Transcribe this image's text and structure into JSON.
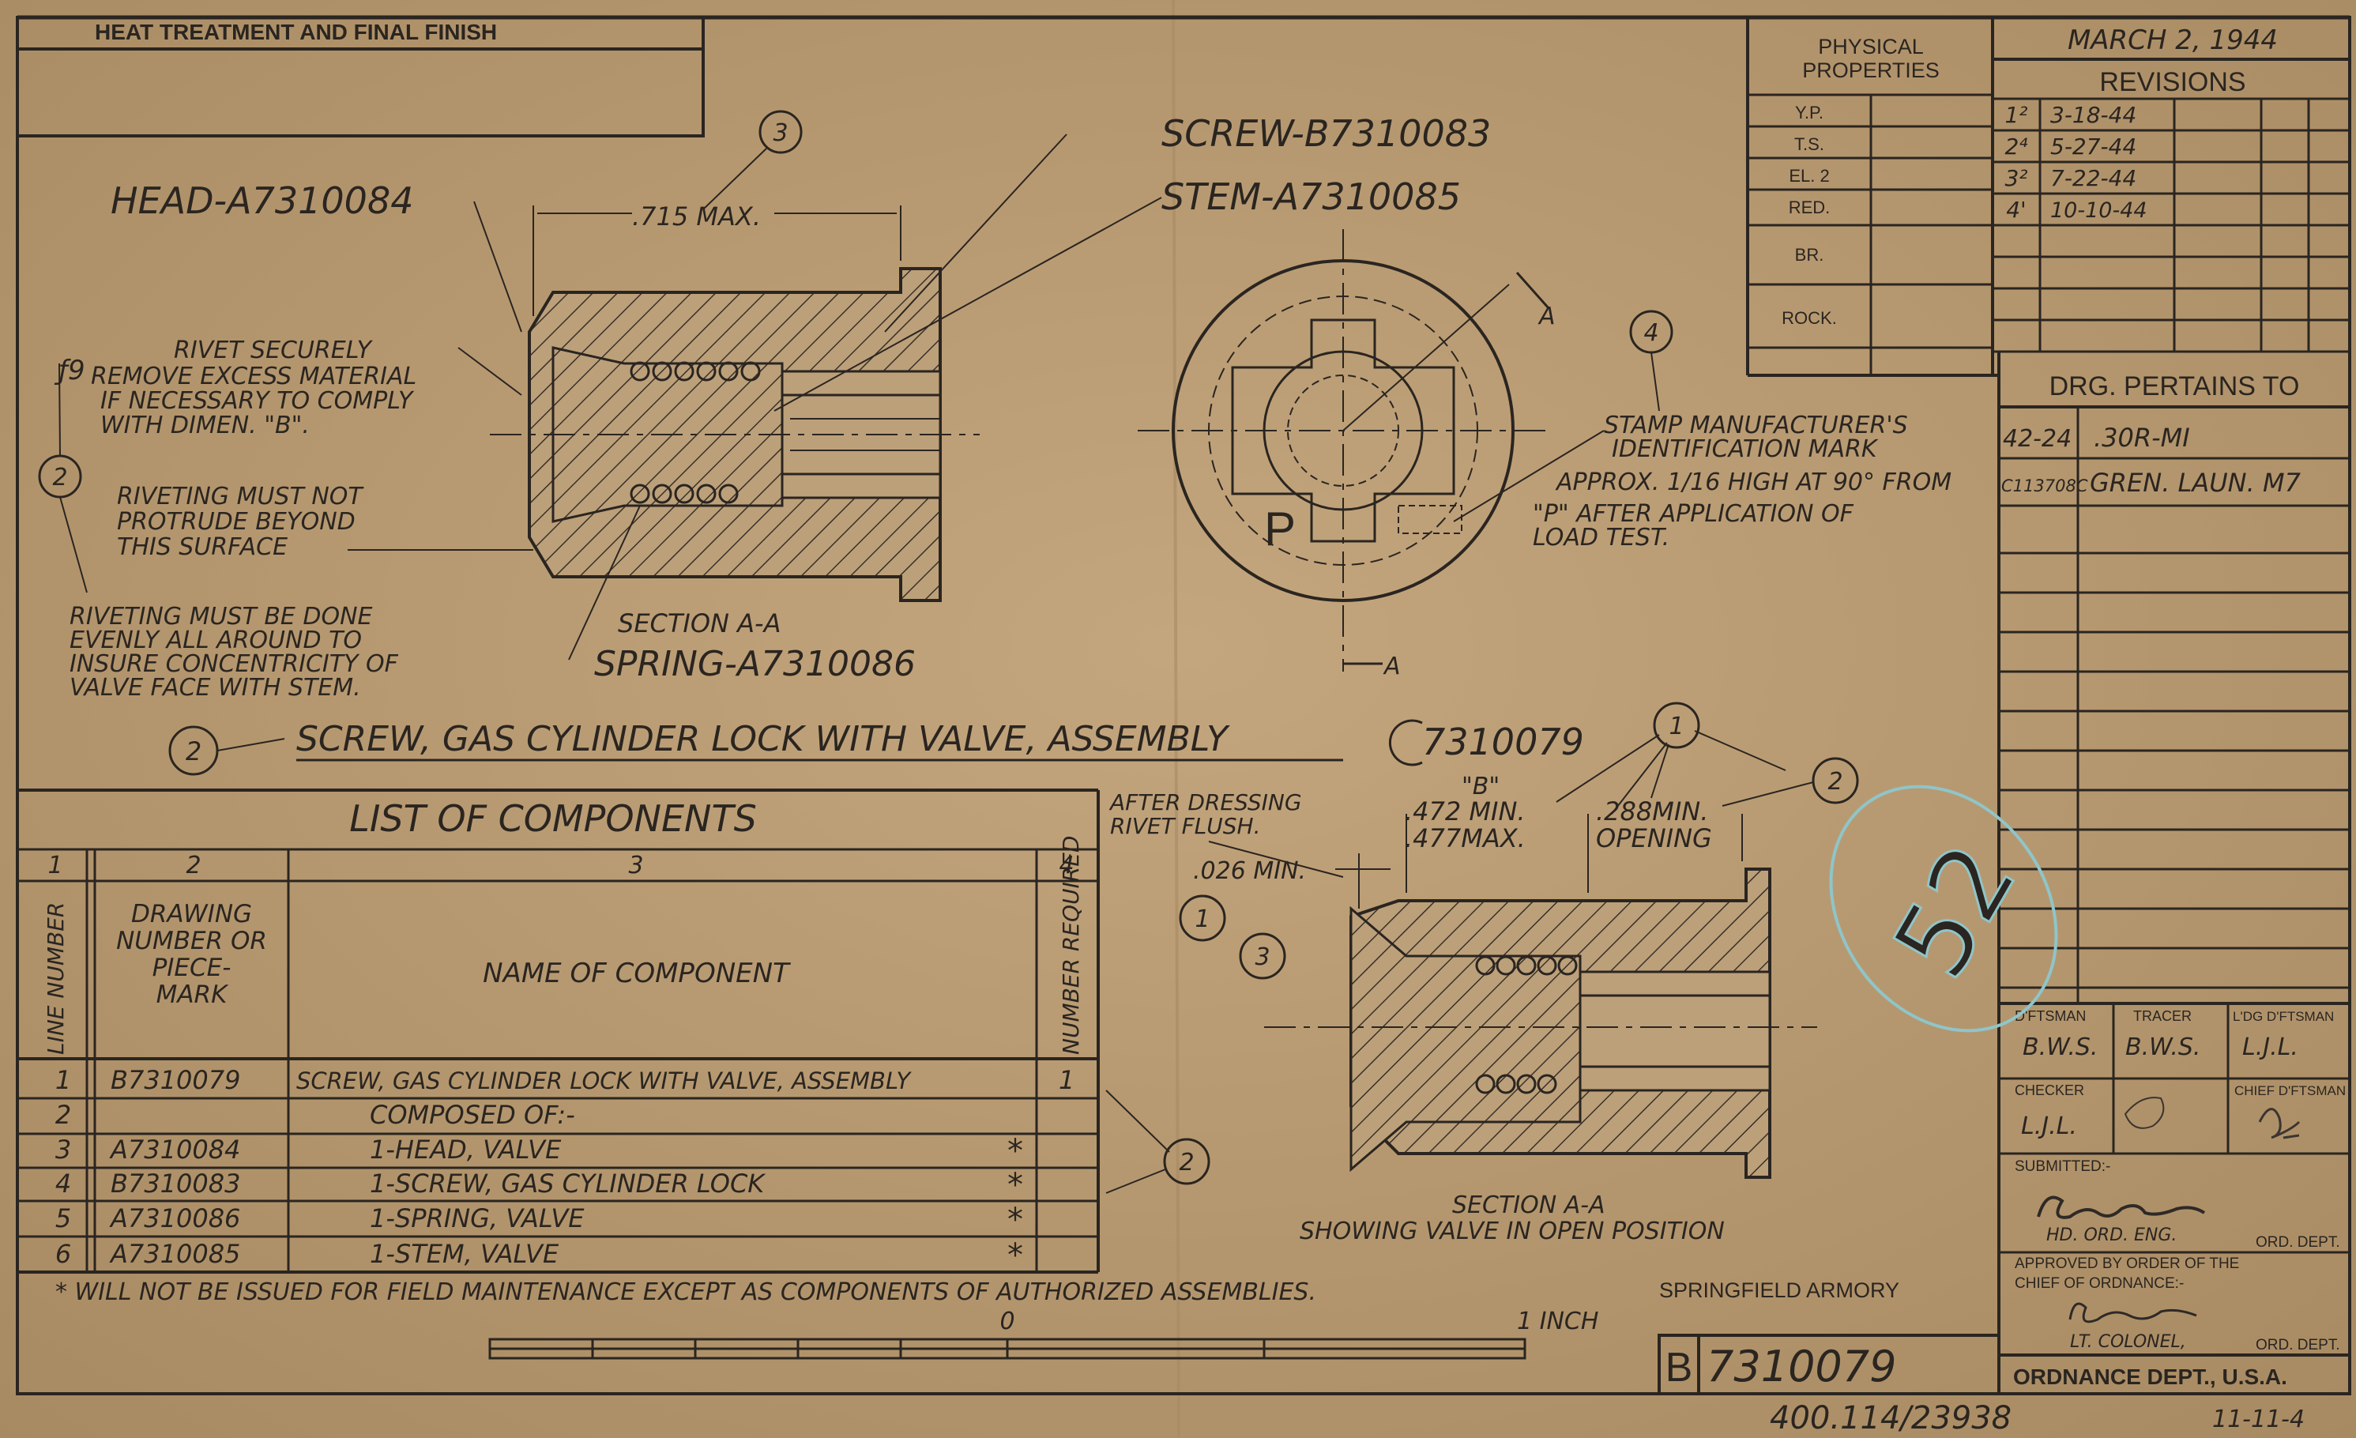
{
  "title_block": {
    "heat_treatment": "HEAT TREATMENT AND FINAL FINISH",
    "physical_properties": [
      "PHYSICAL",
      "PROPERTIES"
    ],
    "properties": [
      "Y.P.",
      "T.S.",
      "EL. 2",
      "RED.",
      "BR.",
      "ROCK."
    ],
    "date": "MARCH 2, 1944",
    "revisions_label": "REVISIONS",
    "revisions": [
      {
        "mark": "1²",
        "date": "3-18-44"
      },
      {
        "mark": "2⁴",
        "date": "5-27-44"
      },
      {
        "mark": "3²",
        "date": "7-22-44"
      },
      {
        "mark": "4'",
        "date": "10-10-44"
      }
    ],
    "pertains_label": "DRG. PERTAINS TO",
    "pertains": [
      {
        "code": "42-24",
        "name": ".30R-MI"
      },
      {
        "code": "C113708C",
        "name": "GREN. LAUN. M7"
      }
    ],
    "dftsman_label": "D'FTSMAN",
    "tracer_label": "TRACER",
    "ldg_label": "L'DG D'FTSMAN",
    "checker_label": "CHECKER",
    "chief_label": "CHIEF D'FTSMAN",
    "dftsman": "B.W.S.",
    "tracer": "B.W.S.",
    "ldg": "L.J.L.",
    "checker": "L.J.L.",
    "submitted_label": "SUBMITTED:-",
    "hd_ord_eng": "HD. ORD. ENG.",
    "ord_dept": "ORD. DEPT.",
    "approved": [
      "APPROVED BY ORDER OF THE",
      "CHIEF OF ORDNANCE:-"
    ],
    "lt_colonel": "LT. COLONEL,",
    "ord_dept2": "ORD. DEPT.",
    "ordnance": "ORDNANCE DEPT., U.S.A.",
    "armory": "SPRINGFIELD ARMORY",
    "drawing_letter": "B",
    "drawing_number": "7310079",
    "file_number": "400.114/23938",
    "file_date": "11-11-4",
    "circled_stamp": "52"
  },
  "drawing": {
    "head": "HEAD-A7310084",
    "screw": "SCREW-B7310083",
    "stem": "STEM-A7310085",
    "spring": "SPRING-A7310086",
    "max_dim": ".715 MAX.",
    "section_aa": "SECTION A-A",
    "section_aa2": "SECTION A-A",
    "open_position": "SHOWING VALVE IN OPEN POSITION",
    "note_f9": "ƒ9",
    "note_rivet": [
      "RIVET SECURELY",
      "REMOVE EXCESS MATERIAL",
      "IF NECESSARY TO COMPLY",
      "WITH DIMEN. \"B\"."
    ],
    "note_protrude": [
      "RIVETING MUST NOT",
      "PROTRUDE BEYOND",
      "THIS SURFACE"
    ],
    "note_even": [
      "RIVETING MUST BE DONE",
      "EVENLY ALL AROUND TO",
      "INSURE CONCENTRICITY OF",
      "VALVE FACE WITH STEM."
    ],
    "note_stamp": [
      "STAMP MANUFACTURER'S",
      "IDENTIFICATION MARK",
      "APPROX. 1/16 HIGH AT 90° FROM",
      "\"P\" AFTER APPLICATION OF",
      "LOAD TEST."
    ],
    "letter_p": "P",
    "letter_a": "A",
    "assembly_title": "SCREW, GAS CYLINDER LOCK WITH VALVE, ASSEMBLY",
    "assembly_number": "7310079",
    "after_dressing": [
      "AFTER DRESSING",
      "RIVET FLUSH."
    ],
    "dim_b": "\"B\"",
    "dim_b_min": ".472 MIN.",
    "dim_b_max": ".477MAX.",
    "dim_open": [
      ".288MIN.",
      "OPENING"
    ],
    "dim_026": ".026 MIN.",
    "callouts": [
      "1",
      "2",
      "3",
      "4"
    ],
    "scale_zero": "0",
    "scale_inch": "1 INCH"
  },
  "components": {
    "title": "LIST OF COMPONENTS",
    "column_numbers": [
      "1",
      "2",
      "3",
      "4"
    ],
    "headers": [
      "LINE NUMBER",
      "DRAWING NUMBER OR PIECE- MARK",
      "NAME OF COMPONENT",
      "NUMBER REQUIRED"
    ],
    "rows": [
      {
        "line": "1",
        "number": "B7310079",
        "name": "SCREW, GAS CYLINDER LOCK WITH VALVE, ASSEMBLY",
        "qty": "1"
      },
      {
        "line": "2",
        "number": "",
        "name": "COMPOSED OF:-",
        "qty": ""
      },
      {
        "line": "3",
        "number": "A7310084",
        "name": "1-HEAD, VALVE",
        "qty": "*"
      },
      {
        "line": "4",
        "number": "B7310083",
        "name": "1-SCREW, GAS CYLINDER LOCK",
        "qty": "*"
      },
      {
        "line": "5",
        "number": "A7310086",
        "name": "1-SPRING, VALVE",
        "qty": "*"
      },
      {
        "line": "6",
        "number": "A7310085",
        "name": "1-STEM, VALVE",
        "qty": "*"
      }
    ],
    "footnote": "* WILL NOT BE ISSUED FOR FIELD MAINTENANCE EXCEPT AS COMPONENTS OF AUTHORIZED ASSEMBLIES."
  }
}
